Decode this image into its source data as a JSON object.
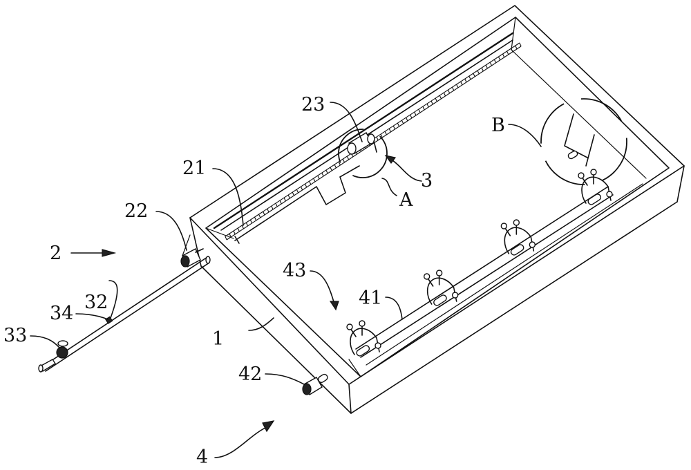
{
  "figure": {
    "labels": {
      "frame": "1",
      "drive_assembly": "2",
      "clamp_assembly": "3",
      "rotating_assembly": "4",
      "screw_rod": "21",
      "drive_motor": "22",
      "slider_block": "23",
      "guide_tube": "32",
      "pump_valve": "33",
      "connector": "34",
      "rotating_shaft": "41",
      "shaft_motor": "42",
      "turntable_group": "43",
      "detail_a": "A",
      "detail_b": "B"
    },
    "colors": {
      "line": "#111111",
      "background": "#ffffff"
    },
    "turntable_count": 4
  }
}
